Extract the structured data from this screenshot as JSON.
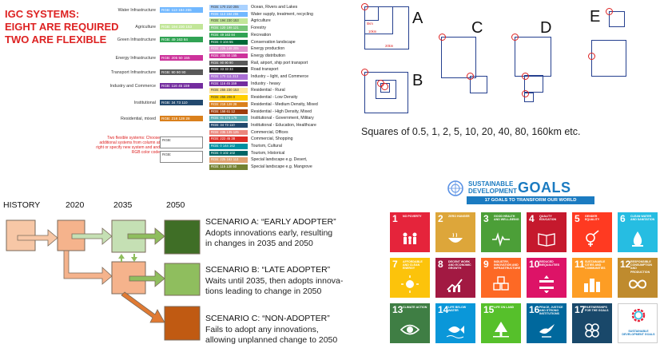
{
  "igc": {
    "title": "IGC SYSTEMS:\nEIGHT ARE REQUIRED\nTWO ARE FLEXIBLE",
    "categories": [
      {
        "label": "Water Infrastructure",
        "rgb": "RGB: 113 184 255",
        "color": "#71b8ff"
      },
      {
        "label": "Agriculture",
        "rgb": "RGB: 194 230 153",
        "color": "#c2e699"
      },
      {
        "label": "Green Infrastructure",
        "rgb": "RGB: 49 163 84",
        "color": "#31a354"
      },
      {
        "label": "Energy Infrastructure",
        "rgb": "RGB: 205 50 155",
        "color": "#cd329b"
      },
      {
        "label": "Transport Infrastructure",
        "rgb": "RGB: 90 90 90",
        "color": "#5a5a5a"
      },
      {
        "label": "Industry and Commerce",
        "rgb": "RGB: 116 45 159",
        "color": "#742d9f"
      },
      {
        "label": "Institutional",
        "rgb": "RGB: 34 73 110",
        "color": "#22496e"
      },
      {
        "label": "Residential, mixed",
        "rgb": "RGB: 218 128 28",
        "color": "#da801c"
      }
    ],
    "flex_text": "Two flexible systems: Choose additional systems from column at right or specify new system and and RGB color code",
    "flex_box_label": "RGB:",
    "subcategories": [
      {
        "rgb": "RGB: 170 210 255",
        "color": "#aad2ff",
        "label": "Ocean, Rivers and Lakes"
      },
      {
        "rgb": "RGB: 113 184 255",
        "color": "#71b8ff",
        "label": "Water supply, treatment, recycling"
      },
      {
        "rgb": "RGB: 194 230 153",
        "color": "#c2e699",
        "label": "Agriculture"
      },
      {
        "rgb": "RGB: 120 198 121",
        "color": "#78c679",
        "label": "Forestry"
      },
      {
        "rgb": "RGB: 49 163 84",
        "color": "#31a354",
        "label": "Recreation"
      },
      {
        "rgb": "RGB: 0 104 55",
        "color": "#006837",
        "label": "Conservation landscape"
      },
      {
        "rgb": "RGB: 225 148 205",
        "color": "#e194cd",
        "label": "Energy production"
      },
      {
        "rgb": "RGB: 205 50 155",
        "color": "#cd329b",
        "label": "Energy distribution"
      },
      {
        "rgb": "RGB: 90 90 90",
        "color": "#5a5a5a",
        "label": "Rail, airport, ship port transport"
      },
      {
        "rgb": "RGB: 33 33 33",
        "color": "#212121",
        "label": "Road transport"
      },
      {
        "rgb": "RGB: 170 111 213",
        "color": "#aa6fd5",
        "label": "Industry – light, and Commerce"
      },
      {
        "rgb": "RGB: 116 45 159",
        "color": "#742d9f",
        "label": "Industry - heavy"
      },
      {
        "rgb": "RGB: 255 230 153",
        "color": "#ffe699",
        "label": "Residential - Rural"
      },
      {
        "rgb": "RGB: 255 206 0",
        "color": "#ffce00",
        "label": "Residential - Low Density"
      },
      {
        "rgb": "RGB: 218 128 28",
        "color": "#da801c",
        "label": "Residential - Medium Density, Mixed"
      },
      {
        "rgb": "RGB: 158 61 12",
        "color": "#9e3d0c",
        "label": "Residential - High Density, Mixed"
      },
      {
        "rgb": "RGB: 91 174 179",
        "color": "#5baeb3",
        "label": "Institutional - Government, Military"
      },
      {
        "rgb": "RGB: 34 73 110",
        "color": "#22496e",
        "label": "Institutional - Education, Healthcare"
      },
      {
        "rgb": "RGB: 235 135 125",
        "color": "#eb877d",
        "label": "Commercial, Offices"
      },
      {
        "rgb": "RGB: 222 45 38",
        "color": "#de2d26",
        "label": "Commercial, Shopping"
      },
      {
        "rgb": "RGB: 0 144 162",
        "color": "#0090a2",
        "label": "Tourism, Cultural"
      },
      {
        "rgb": "RGB: 0 102 102",
        "color": "#006666",
        "label": "Tourism, Historical"
      },
      {
        "rgb": "RGB: 225 162 113",
        "color": "#e1a271",
        "label": "Special landscape e.g. Desert,"
      },
      {
        "rgb": "RGB: 115 130 50",
        "color": "#738232",
        "label": "Special landscape e.g. Mangrove"
      }
    ]
  },
  "squares": {
    "letters": [
      "A",
      "B",
      "C",
      "D",
      "E"
    ],
    "dims": [
      "5km",
      "10km",
      "20km"
    ],
    "caption": "Squares of 0.5, 1, 2, 5, 10, 20, 40, 80, 160km etc."
  },
  "scenarios": {
    "years": [
      "HISTORY",
      "2020",
      "2035",
      "2050"
    ],
    "items": [
      {
        "title": "SCENARIO A: “EARLY ADOPTER”",
        "text": "Adopts innovations early, resulting\nin changes in 2035 and 2050"
      },
      {
        "title": "SCENARIO B: “LATE ADOPTER”",
        "text": "Waits until 2035, then adopts innova-\ntions leading to change in 2050"
      },
      {
        "title": "SCENARIO C: “NON-ADOPTER”",
        "text": "Fails to adopt any innovations,\nallowing unplanned change to 2050"
      }
    ],
    "colors": {
      "history": "#f7c7a6",
      "pink": "#f5b38c",
      "light_green": "#c5e0b4",
      "mid_green": "#8fbe5e",
      "dark_green": "#3f6e26",
      "orange": "#e07a33",
      "brown": "#c05a12",
      "line": "#7a6a5a"
    }
  },
  "sdg": {
    "title_line1": "SUSTAINABLE",
    "title_line2": "DEVELOPMENT",
    "title_goals": "GOALS",
    "subtitle": "17 GOALS TO TRANSFORM OUR WORLD",
    "tiles": [
      {
        "num": "1",
        "label": "NO POVERTY",
        "color": "#e5243b",
        "icon": "family-icon"
      },
      {
        "num": "2",
        "label": "ZERO HUNGER",
        "color": "#dda63a",
        "icon": "bowl-icon"
      },
      {
        "num": "3",
        "label": "GOOD HEALTH AND WELL-BEING",
        "color": "#4c9f38",
        "icon": "heartbeat-icon"
      },
      {
        "num": "4",
        "label": "QUALITY EDUCATION",
        "color": "#c5192d",
        "icon": "book-icon"
      },
      {
        "num": "5",
        "label": "GENDER EQUALITY",
        "color": "#ff3a21",
        "icon": "gender-icon"
      },
      {
        "num": "6",
        "label": "CLEAN WATER AND SANITATION",
        "color": "#26bde2",
        "icon": "water-icon"
      },
      {
        "num": "7",
        "label": "AFFORDABLE AND CLEAN ENERGY",
        "color": "#fcc30b",
        "icon": "sun-icon"
      },
      {
        "num": "8",
        "label": "DECENT WORK AND ECONOMIC GROWTH",
        "color": "#a21942",
        "icon": "chart-icon"
      },
      {
        "num": "9",
        "label": "INDUSTRY, INNOVATION AND INFRASTRUCTURE",
        "color": "#fd6925",
        "icon": "cubes-icon"
      },
      {
        "num": "10",
        "label": "REDUCED INEQUALITIES",
        "color": "#dd1367",
        "icon": "equal-icon"
      },
      {
        "num": "11",
        "label": "SUSTAINABLE CITIES AND COMMUNITIES",
        "color": "#fd9d24",
        "icon": "city-icon"
      },
      {
        "num": "12",
        "label": "RESPONSIBLE CONSUMPTION AND PRODUCTION",
        "color": "#bf8b2e",
        "icon": "infinity-icon"
      },
      {
        "num": "13",
        "label": "CLIMATE ACTION",
        "color": "#3f7e44",
        "icon": "eye-icon"
      },
      {
        "num": "14",
        "label": "LIFE BELOW WATER",
        "color": "#0a97d9",
        "icon": "fish-icon"
      },
      {
        "num": "15",
        "label": "LIFE ON LAND",
        "color": "#56c02b",
        "icon": "tree-icon"
      },
      {
        "num": "16",
        "label": "PEACE, JUSTICE AND STRONG INSTITUTIONS",
        "color": "#00689d",
        "icon": "dove-icon"
      },
      {
        "num": "17",
        "label": "PARTNERSHIPS FOR THE GOALS",
        "color": "#19486a",
        "icon": "rings-icon"
      },
      {
        "num": "",
        "label": "SUSTAINABLE DEVELOPMENT GOALS",
        "color": "#ffffff",
        "icon": "sdg-wheel-icon"
      }
    ]
  }
}
